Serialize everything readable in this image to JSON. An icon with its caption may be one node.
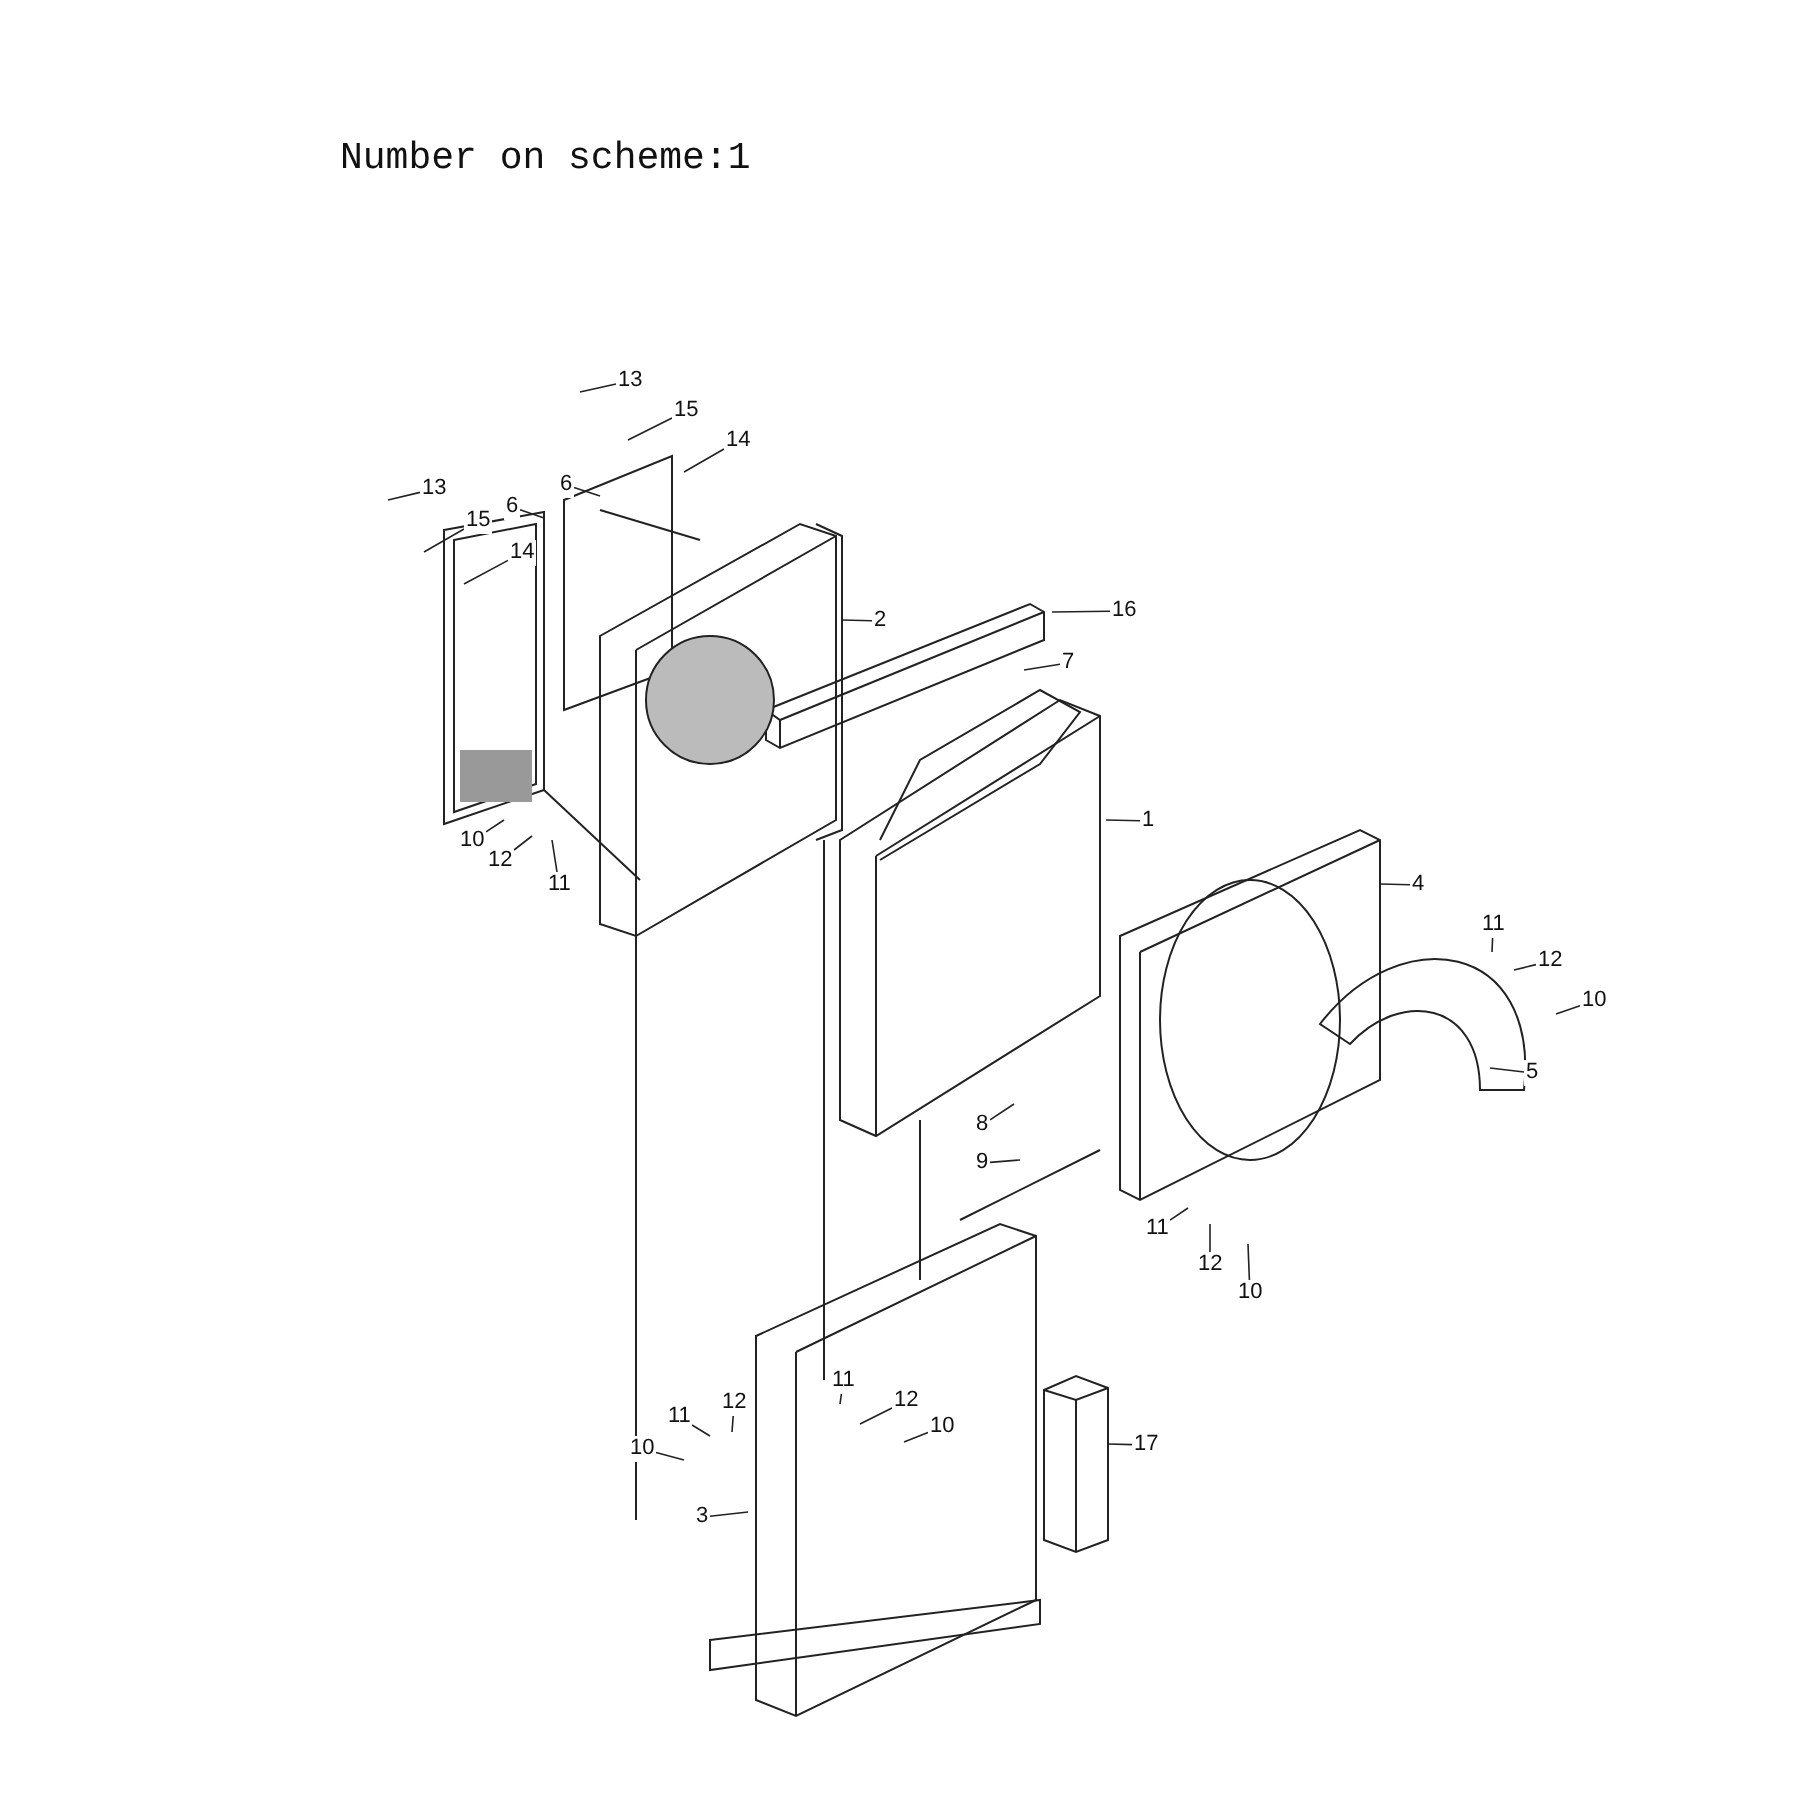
{
  "diagram": {
    "title": "Number on scheme:1",
    "nodes": [
      {
        "text": [
          "13"
        ]
      },
      {
        "text": [
          "15"
        ]
      },
      {
        "text": [
          "14"
        ]
      },
      {
        "text": [
          "6"
        ]
      },
      {
        "text": [
          "13"
        ]
      },
      {
        "text": [
          "15"
        ]
      },
      {
        "text": [
          "14"
        ]
      },
      {
        "text": [
          "6"
        ]
      },
      {
        "text": [
          "2"
        ]
      },
      {
        "text": [
          "16"
        ]
      },
      {
        "text": [
          "7"
        ]
      },
      {
        "text": [
          "1"
        ]
      },
      {
        "text": [
          "10"
        ]
      },
      {
        "text": [
          "12"
        ]
      },
      {
        "text": [
          "11"
        ]
      },
      {
        "text": [
          "4"
        ]
      },
      {
        "text": [
          "11"
        ]
      },
      {
        "text": [
          "12"
        ]
      },
      {
        "text": [
          "10"
        ]
      },
      {
        "text": [
          "5"
        ]
      },
      {
        "text": [
          "8"
        ]
      },
      {
        "text": [
          "9"
        ]
      },
      {
        "text": [
          "11"
        ]
      },
      {
        "text": [
          "12"
        ]
      },
      {
        "text": [
          "10"
        ]
      },
      {
        "text": [
          "11"
        ]
      },
      {
        "text": [
          "12"
        ]
      },
      {
        "text": [
          "10"
        ]
      },
      {
        "text": [
          "11"
        ]
      },
      {
        "text": [
          "12"
        ]
      },
      {
        "text": [
          "10"
        ]
      },
      {
        "text": [
          "3"
        ]
      },
      {
        "text": [
          "17"
        ]
      }
    ],
    "edges": [
      {
        "from": 0,
        "to": null,
        "arrow": "none"
      },
      {
        "from": 1,
        "to": null,
        "arrow": "none"
      },
      {
        "from": 2,
        "to": null,
        "arrow": "none"
      },
      {
        "from": 3,
        "to": null,
        "arrow": "none"
      },
      {
        "from": 4,
        "to": null,
        "arrow": "none"
      },
      {
        "from": 5,
        "to": null,
        "arrow": "none"
      },
      {
        "from": 6,
        "to": null,
        "arrow": "none"
      },
      {
        "from": 7,
        "to": null,
        "arrow": "none"
      },
      {
        "from": 8,
        "to": null,
        "arrow": "none"
      },
      {
        "from": 9,
        "to": null,
        "arrow": "none"
      },
      {
        "from": 10,
        "to": null,
        "arrow": "none"
      },
      {
        "from": 11,
        "to": null,
        "arrow": "none"
      },
      {
        "from": 12,
        "to": null,
        "arrow": "none"
      },
      {
        "from": 13,
        "to": null,
        "arrow": "none"
      },
      {
        "from": 14,
        "to": null,
        "arrow": "none"
      },
      {
        "from": 15,
        "to": null,
        "arrow": "none"
      },
      {
        "from": 16,
        "to": null,
        "arrow": "none"
      },
      {
        "from": 17,
        "to": null,
        "arrow": "none"
      },
      {
        "from": 18,
        "to": null,
        "arrow": "none"
      },
      {
        "from": 19,
        "to": null,
        "arrow": "none"
      },
      {
        "from": 20,
        "to": null,
        "arrow": "none"
      },
      {
        "from": 21,
        "to": null,
        "arrow": "none"
      },
      {
        "from": 22,
        "to": null,
        "arrow": "none"
      },
      {
        "from": 23,
        "to": null,
        "arrow": "none"
      },
      {
        "from": 24,
        "to": null,
        "arrow": "none"
      },
      {
        "from": 25,
        "to": null,
        "arrow": "none"
      },
      {
        "from": 26,
        "to": null,
        "arrow": "none"
      },
      {
        "from": 27,
        "to": null,
        "arrow": "none"
      },
      {
        "from": 28,
        "to": null,
        "arrow": "none"
      },
      {
        "from": 29,
        "to": null,
        "arrow": "none"
      },
      {
        "from": 30,
        "to": null,
        "arrow": "none"
      },
      {
        "from": 31,
        "to": null,
        "arrow": "none"
      },
      {
        "from": 32,
        "to": null,
        "arrow": "none"
      }
    ]
  }
}
